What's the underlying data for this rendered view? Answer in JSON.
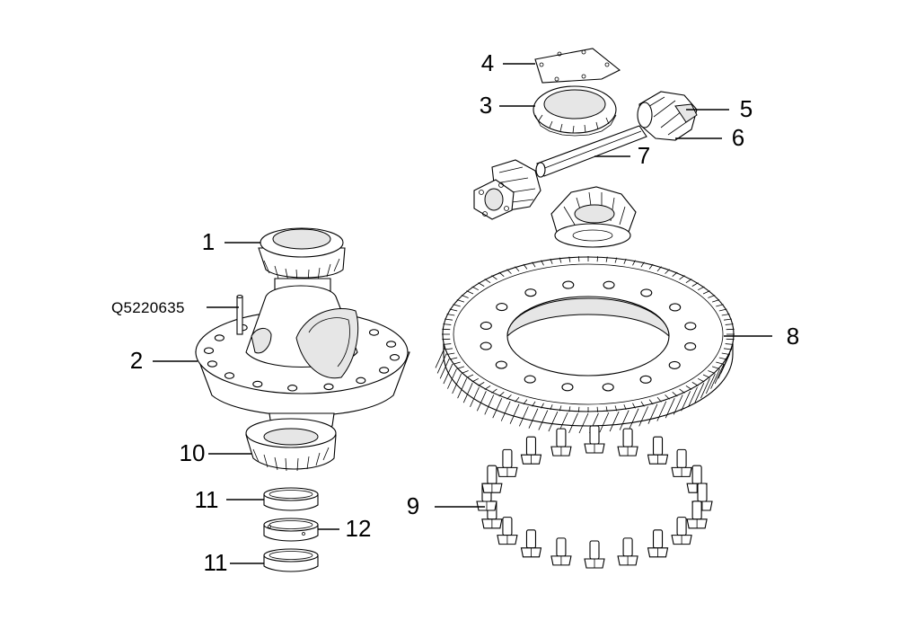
{
  "diagram": {
    "part_code": "Q5220635",
    "callouts": [
      {
        "id": "c1",
        "label": "1"
      },
      {
        "id": "c2",
        "label": "2"
      },
      {
        "id": "c3",
        "label": "3"
      },
      {
        "id": "c4",
        "label": "4"
      },
      {
        "id": "c5",
        "label": "5"
      },
      {
        "id": "c6",
        "label": "6"
      },
      {
        "id": "c7",
        "label": "7"
      },
      {
        "id": "c8",
        "label": "8"
      },
      {
        "id": "c9",
        "label": "9"
      },
      {
        "id": "c10",
        "label": "10"
      },
      {
        "id": "c11a",
        "label": "11"
      },
      {
        "id": "c12",
        "label": "12"
      },
      {
        "id": "c11b",
        "label": "11"
      }
    ]
  }
}
